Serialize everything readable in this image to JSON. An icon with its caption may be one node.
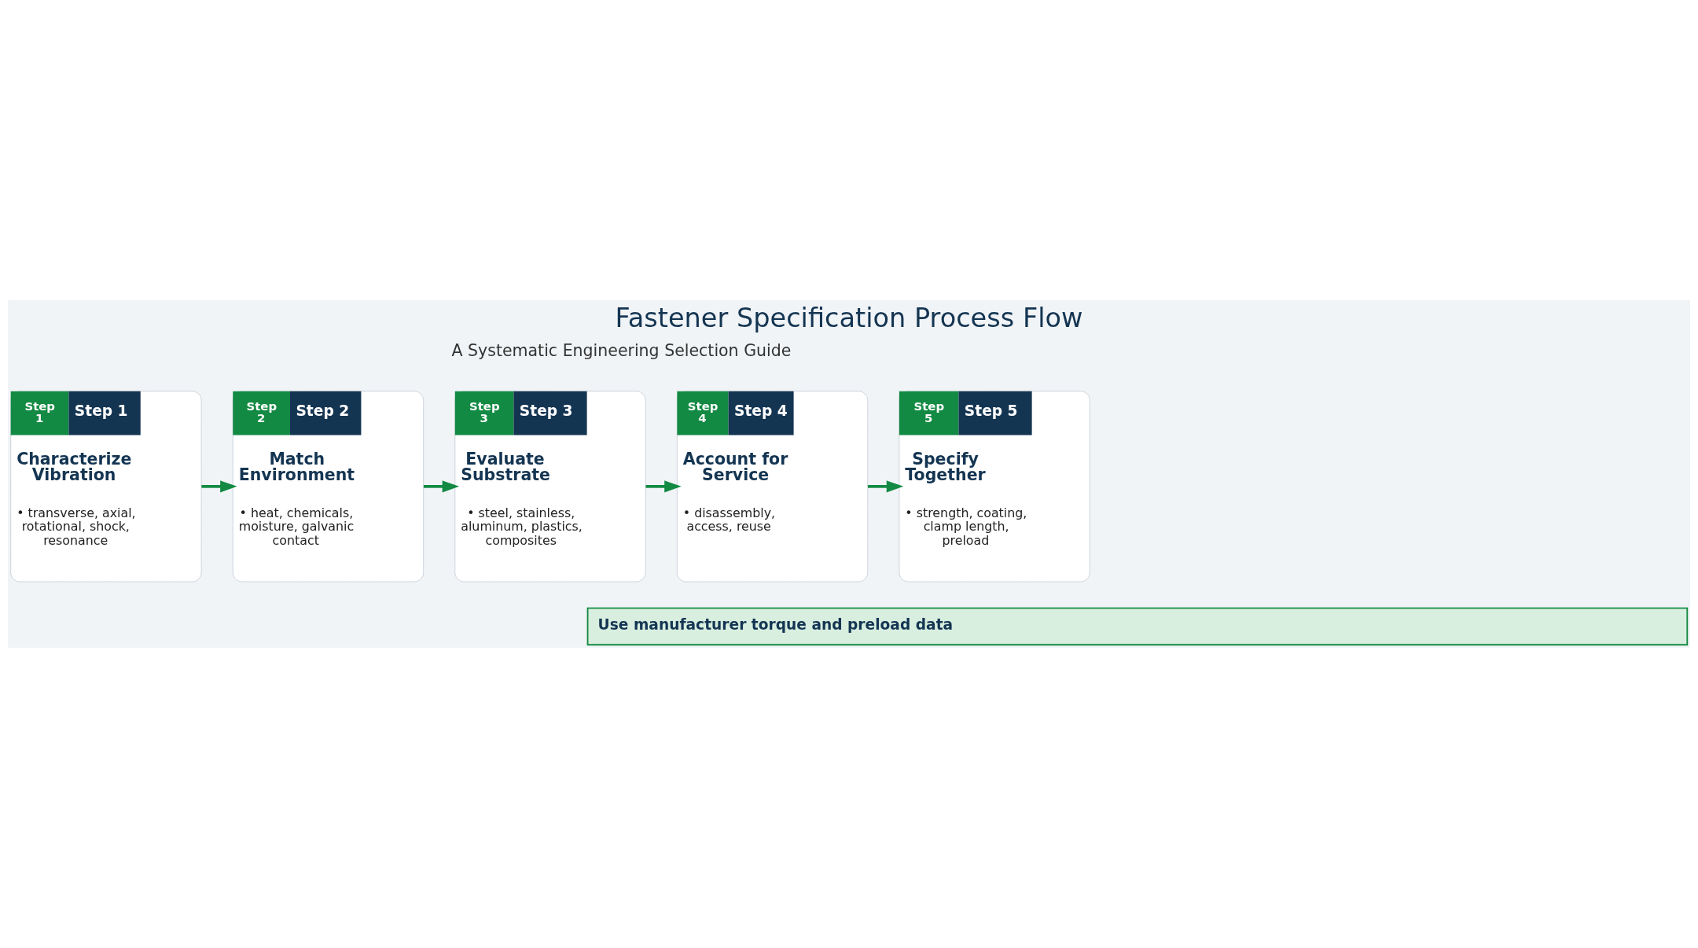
{
  "diagram": {
    "title": "Fastener Specification Process Flow",
    "nodes": [
      {
        "text": [
          "Step 1",
          "Step 1",
          "Characterize Vibration",
          "• transverse, axial, rotational, shock, resonance"
        ]
      },
      {
        "text": [
          "Step 2",
          "Step 2",
          "Match Environment",
          "• heat, chemicals, moisture, galvanic contact"
        ]
      },
      {
        "text": [
          "Step 3",
          "Step 3",
          "Evaluate Substrate",
          "• steel, stainless, aluminum, plastics, composites"
        ]
      },
      {
        "text": [
          "Step 4",
          "Step 4",
          "Account for Service",
          "• disassembly, access, reuse"
        ]
      },
      {
        "text": [
          "Step 5",
          "Step 5",
          "Specify Together",
          "• strength, coating, clamp length, preload"
        ]
      },
      {
        "text": [
          "Use manufacturer torque and preload data"
        ]
      }
    ],
    "edges": [
      {
        "from": 0,
        "to": 1,
        "arrow": "to"
      },
      {
        "from": 1,
        "to": 2,
        "arrow": "to"
      },
      {
        "from": 2,
        "to": 3,
        "arrow": "to"
      },
      {
        "from": 3,
        "to": 4,
        "arrow": "to"
      }
    ],
    "labels": [
      "A Systematic Engineering Selection Guide"
    ]
  }
}
